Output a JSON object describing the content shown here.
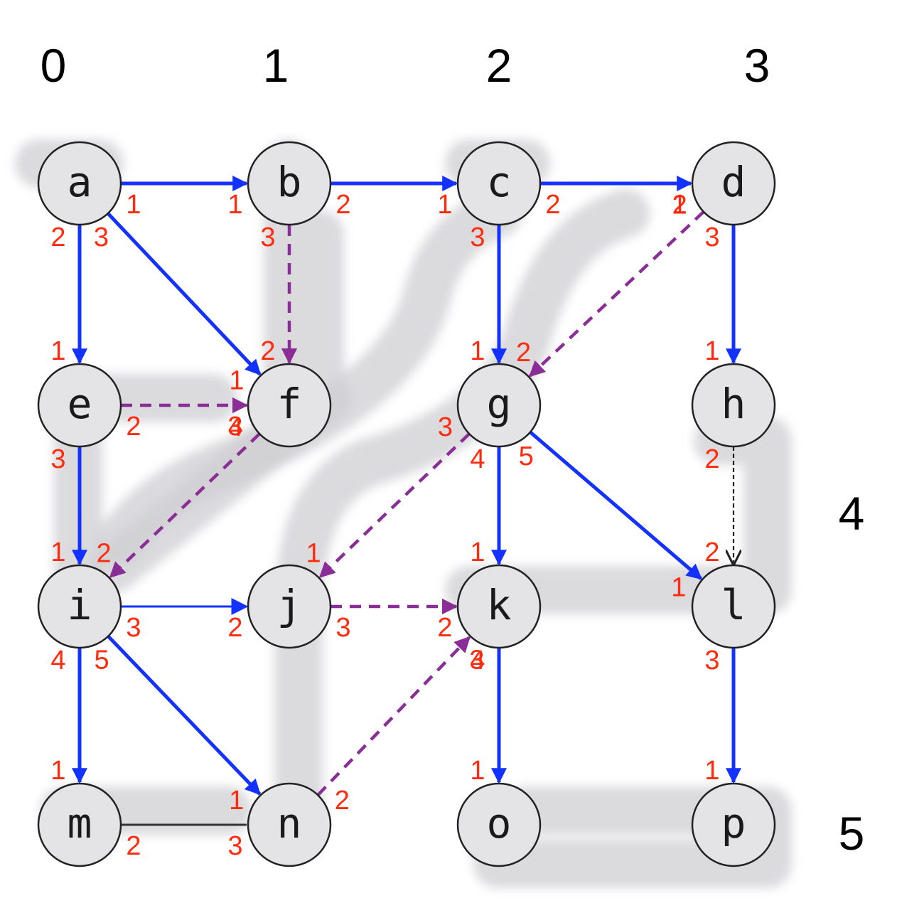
{
  "column_labels": [
    "0",
    "1",
    "2",
    "3",
    "4",
    "5"
  ],
  "nodes": [
    "a",
    "b",
    "c",
    "d",
    "e",
    "f",
    "g",
    "h",
    "i",
    "j",
    "k",
    "l",
    "m",
    "n",
    "o",
    "p"
  ],
  "colors": {
    "tree_edge": "#1432ff",
    "dashed_edge": "#8a2d96",
    "thin_dashed_edge": "#222222",
    "plain_edge": "#333333",
    "port_label": "#ff2b0e",
    "shadow": "#cfcdd2"
  },
  "edges": [
    {
      "from": "a",
      "to": "b",
      "kind": "tree",
      "out_port": "1",
      "in_port": "1"
    },
    {
      "from": "b",
      "to": "c",
      "kind": "tree",
      "out_port": "2",
      "in_port": "1"
    },
    {
      "from": "c",
      "to": "d",
      "kind": "tree",
      "out_port": "2",
      "in_port": "1"
    },
    {
      "from": "a",
      "to": "e",
      "kind": "tree",
      "out_port": "2",
      "in_port": "1"
    },
    {
      "from": "a",
      "to": "f",
      "kind": "tree",
      "out_port": "3",
      "in_port": "1"
    },
    {
      "from": "b",
      "to": "f",
      "kind": "dashed",
      "out_port": "3",
      "in_port": "2"
    },
    {
      "from": "c",
      "to": "g",
      "kind": "tree",
      "out_port": "3",
      "in_port": "1"
    },
    {
      "from": "d",
      "to": "g",
      "kind": "dashed",
      "out_port": "2",
      "in_port": "2"
    },
    {
      "from": "d",
      "to": "h",
      "kind": "tree",
      "out_port": "3",
      "in_port": "1"
    },
    {
      "from": "e",
      "to": "f",
      "kind": "dashed",
      "out_port": "2",
      "in_port": "3"
    },
    {
      "from": "e",
      "to": "i",
      "kind": "tree",
      "out_port": "3",
      "in_port": "1"
    },
    {
      "from": "f",
      "to": "i",
      "kind": "dashed",
      "out_port": "4",
      "in_port": "2"
    },
    {
      "from": "g",
      "to": "j",
      "kind": "dashed",
      "out_port": "3",
      "in_port": "1"
    },
    {
      "from": "g",
      "to": "k",
      "kind": "tree",
      "out_port": "4",
      "in_port": "1"
    },
    {
      "from": "g",
      "to": "l",
      "kind": "tree",
      "out_port": "5",
      "in_port": "1"
    },
    {
      "from": "h",
      "to": "l",
      "kind": "thin-dashed",
      "out_port": "2",
      "in_port": "2"
    },
    {
      "from": "i",
      "to": "j",
      "kind": "thin-tree",
      "out_port": "3",
      "in_port": "2"
    },
    {
      "from": "j",
      "to": "k",
      "kind": "dashed",
      "out_port": "3",
      "in_port": "2"
    },
    {
      "from": "i",
      "to": "m",
      "kind": "tree",
      "out_port": "4",
      "in_port": "1"
    },
    {
      "from": "i",
      "to": "n",
      "kind": "tree",
      "out_port": "5",
      "in_port": "1"
    },
    {
      "from": "n",
      "to": "k",
      "kind": "dashed",
      "out_port": "2",
      "in_port": "3"
    },
    {
      "from": "k",
      "to": "o",
      "kind": "tree",
      "out_port": "4",
      "in_port": "1"
    },
    {
      "from": "l",
      "to": "p",
      "kind": "tree",
      "out_port": "3",
      "in_port": "1"
    },
    {
      "from": "m",
      "to": "n",
      "kind": "plain",
      "out_port": "2",
      "in_port": "3"
    }
  ]
}
